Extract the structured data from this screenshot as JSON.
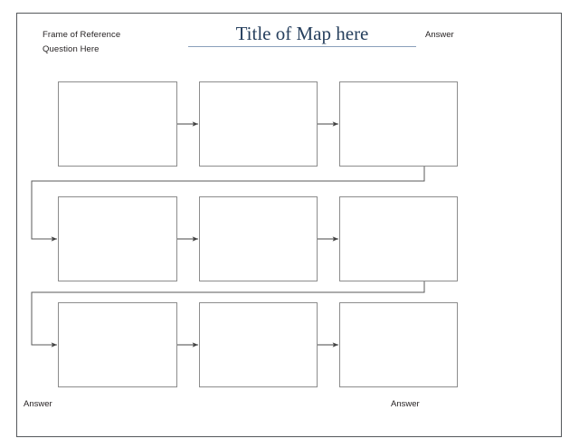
{
  "page": {
    "background_color": "#ffffff",
    "border_color": "#55585c",
    "title": "Title of Map here",
    "title_color": "#27405e",
    "title_rule_color": "#8aa0bb"
  },
  "header": {
    "line1": "Frame of Reference",
    "line2": "Question Here"
  },
  "labels": {
    "answer_top": "Answer",
    "answer_bottom_left": "Answer",
    "answer_bottom_middle": "Answer"
  },
  "diagram": {
    "type": "flow-map",
    "box_border_color": "#8c8c8c",
    "box_fill_color": "#ffffff",
    "connector_color": "#5a5a5a",
    "flow_direction": "serpentine",
    "rows": [
      {
        "row_label": "row-1",
        "boxes": [
          {
            "id": "box-1",
            "text": ""
          },
          {
            "id": "box-2",
            "text": ""
          },
          {
            "id": "box-3",
            "text": ""
          }
        ]
      },
      {
        "row_label": "row-2",
        "boxes": [
          {
            "id": "box-4",
            "text": ""
          },
          {
            "id": "box-5",
            "text": ""
          },
          {
            "id": "box-6",
            "text": ""
          }
        ]
      },
      {
        "row_label": "row-3",
        "boxes": [
          {
            "id": "box-7",
            "text": ""
          },
          {
            "id": "box-8",
            "text": ""
          },
          {
            "id": "box-9",
            "text": ""
          }
        ]
      }
    ]
  }
}
